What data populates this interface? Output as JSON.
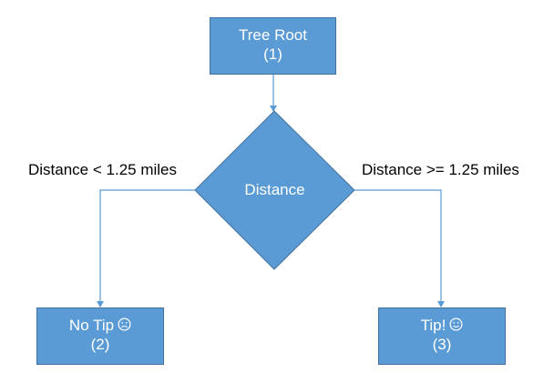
{
  "root": {
    "title": "Tree Root",
    "id": "(1)"
  },
  "decision": {
    "label": "Distance"
  },
  "branches": {
    "left_condition": "Distance < 1.25 miles",
    "right_condition": "Distance >= 1.25 miles"
  },
  "leaves": [
    {
      "label": "No Tip",
      "id": "(2)",
      "icon": "sad-face-icon"
    },
    {
      "label": "Tip!",
      "id": "(3)",
      "icon": "smiley-face-icon"
    }
  ],
  "colors": {
    "node_fill": "#5b9bd5",
    "node_border": "#41719c",
    "connector": "#5b9bd5",
    "node_text": "#ffffff"
  }
}
